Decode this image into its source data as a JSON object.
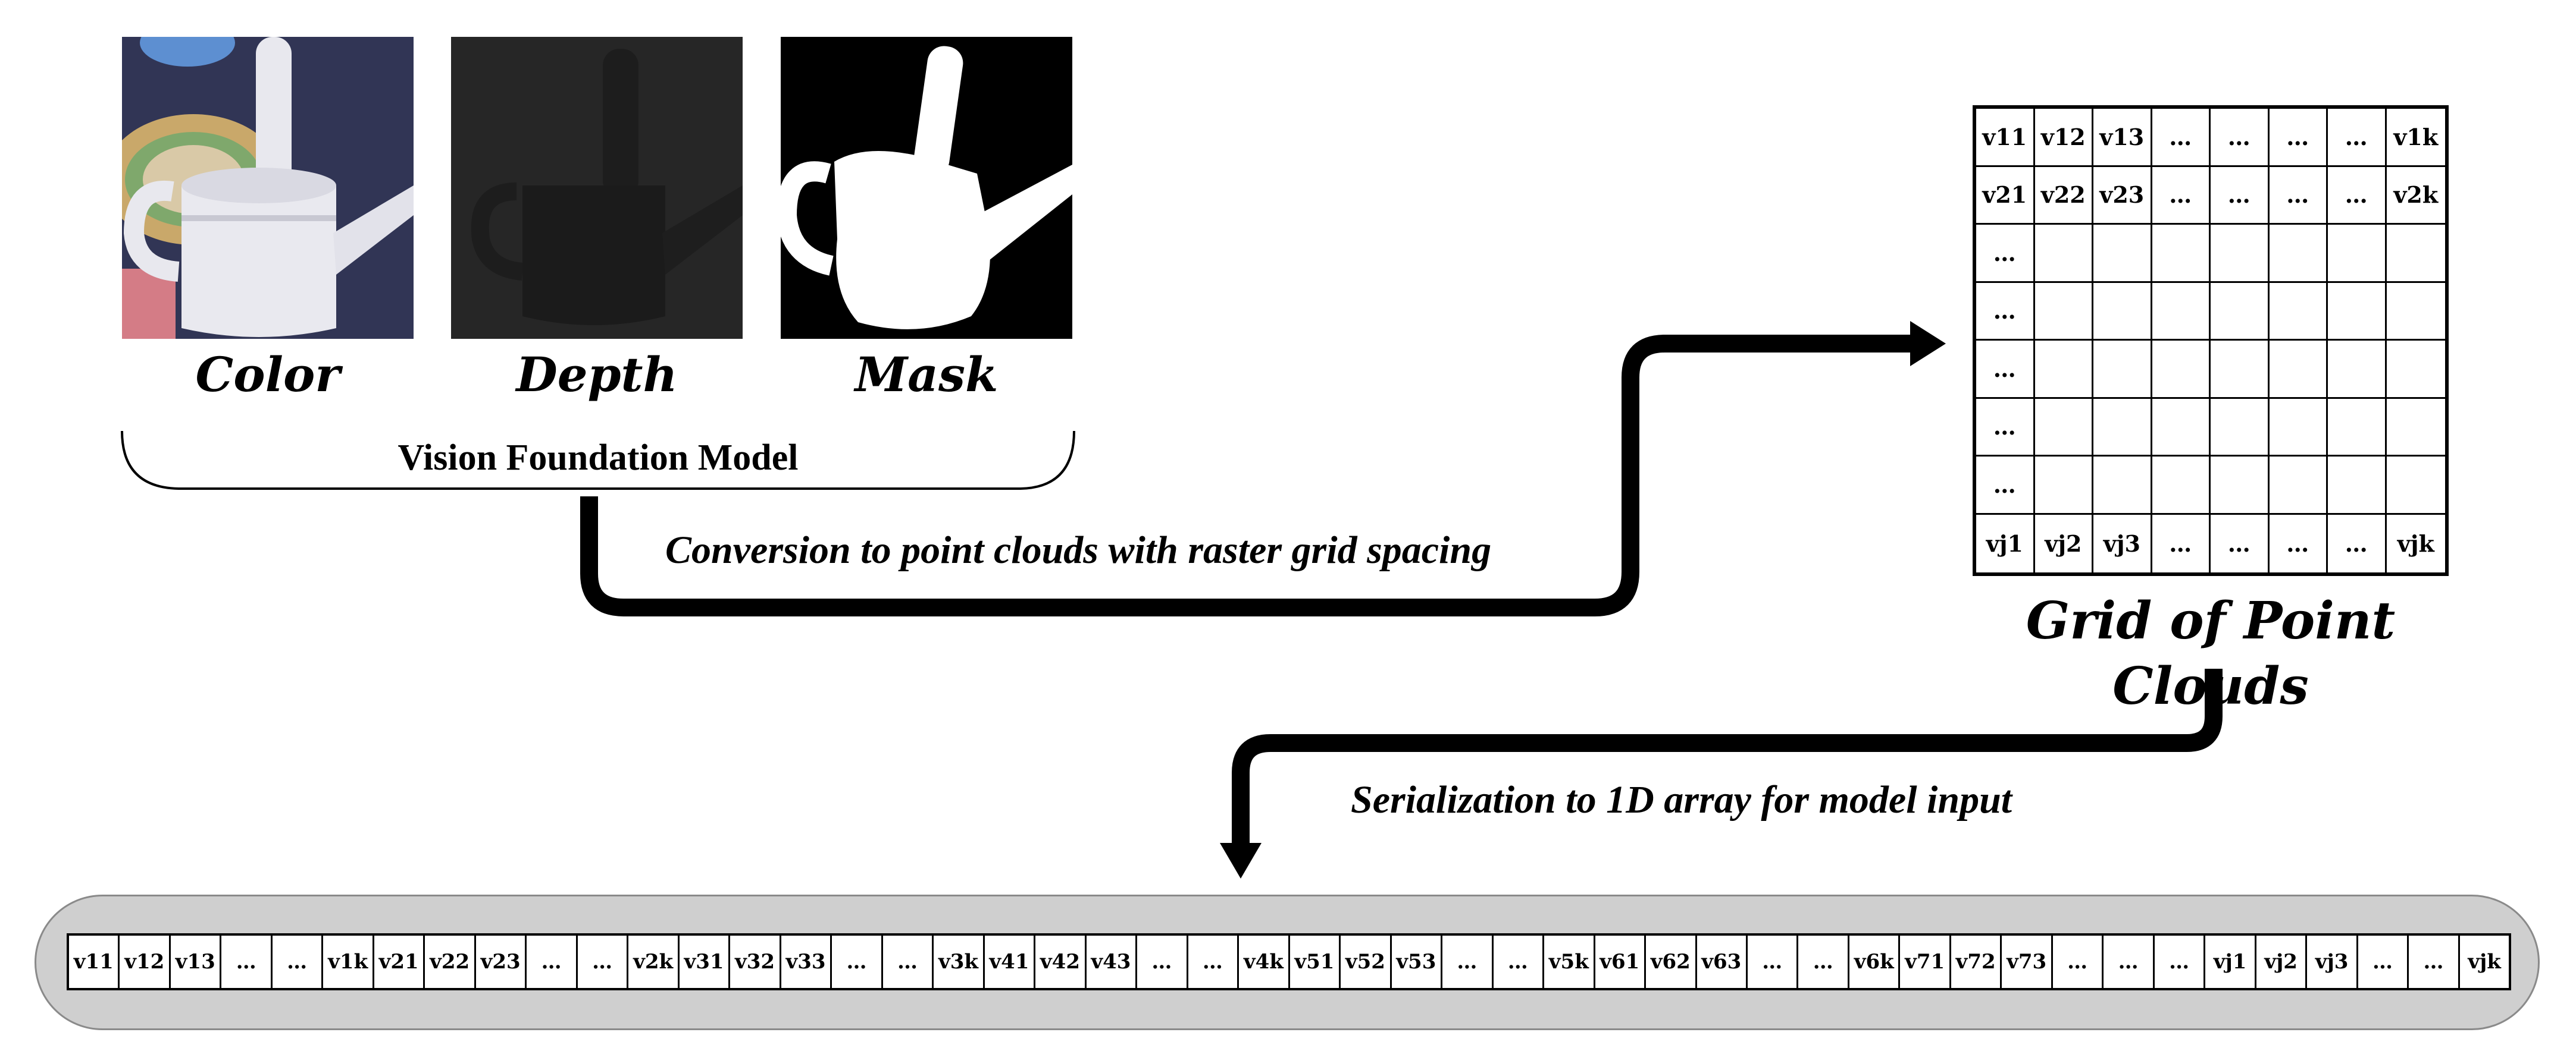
{
  "images": [
    {
      "caption": "Color",
      "icon": "watering-can-color-photo"
    },
    {
      "caption": "Depth",
      "icon": "watering-can-depth-map"
    },
    {
      "caption": "Mask",
      "icon": "watering-can-mask"
    }
  ],
  "vision_foundation_model": "Vision Foundation Model",
  "conversion_text": "Conversion to point clouds with raster grid spacing",
  "grid_title": "Grid of Point Clouds",
  "grid_cells": [
    "v11",
    "v12",
    "v13",
    "…",
    "…",
    "…",
    "…",
    "v1k",
    "v21",
    "v22",
    "v23",
    "…",
    "…",
    "…",
    "…",
    "v2k",
    "…",
    "",
    "",
    "",
    "",
    "",
    "",
    "",
    "…",
    "",
    "",
    "",
    "",
    "",
    "",
    "",
    "…",
    "",
    "",
    "",
    "",
    "",
    "",
    "",
    "…",
    "",
    "",
    "",
    "",
    "",
    "",
    "",
    "…",
    "",
    "",
    "",
    "",
    "",
    "",
    "",
    "vj1",
    "vj2",
    "vj3",
    "…",
    "…",
    "…",
    "…",
    "vjk"
  ],
  "serialization_text": "Serialization to 1D array for model input",
  "array_cells": [
    "v11",
    "v12",
    "v13",
    "…",
    "…",
    "v1k",
    "v21",
    "v22",
    "v23",
    "…",
    "…",
    "v2k",
    "v31",
    "v32",
    "v33",
    "…",
    "…",
    "v3k",
    "v41",
    "v42",
    "v43",
    "…",
    "…",
    "v4k",
    "v51",
    "v52",
    "v53",
    "…",
    "…",
    "v5k",
    "v61",
    "v62",
    "v63",
    "…",
    "…",
    "v6k",
    "v71",
    "v72",
    "v73",
    "…",
    "…",
    "…",
    "vj1",
    "vj2",
    "vj3",
    "…",
    "…",
    "vjk"
  ],
  "colors": {
    "background": "#ffffff",
    "arrow": "#000000",
    "band": "#cfcfcf",
    "band_border": "#8a8a8a"
  }
}
